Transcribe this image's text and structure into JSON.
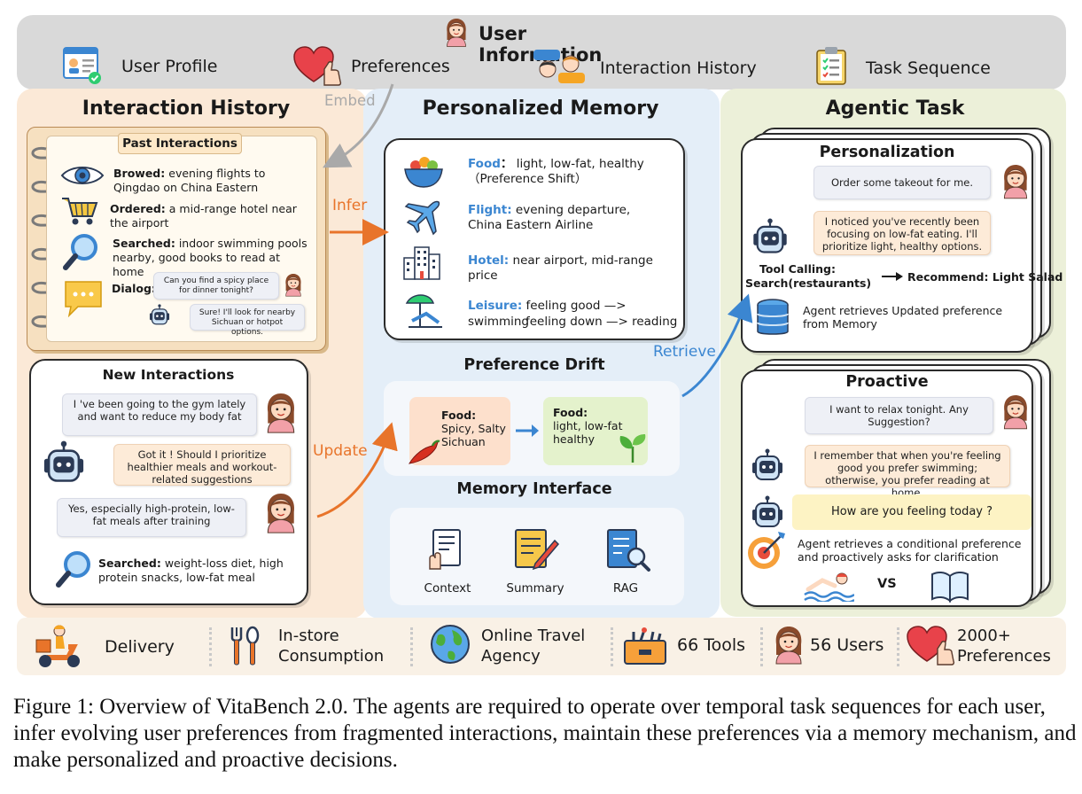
{
  "header": {
    "title": "User Information",
    "items": [
      "User Profile",
      "Preferences",
      "Interaction History",
      "Task Sequence"
    ]
  },
  "arrows": {
    "embed": "Embed",
    "infer": "Infer",
    "update": "Update",
    "retrieve": "Retrieve"
  },
  "interaction_history": {
    "title": "Interaction History",
    "past": {
      "title": "Past Interactions",
      "browsed_label": "Browed:",
      "browsed_text": "evening flights to Qingdao on China Eastern",
      "ordered_label": "Ordered:",
      "ordered_text": "a mid-range hotel near the airport",
      "searched_label": "Searched:",
      "searched_text": "indoor swimming pools nearby, good books to read at home",
      "dialog_label": "Dialog:",
      "dialog_user": "Can you find a spicy place for dinner tonight?",
      "dialog_bot": "Sure! I'll look for nearby Sichuan or hotpot options."
    },
    "new": {
      "title": "New Interactions",
      "msg1": "I 've been going to the gym lately and want to reduce my body fat",
      "msg2": "Got it ! Should I prioritize healthier meals and workout-related suggestions",
      "msg3": "Yes, especially high-protein, low-fat meals after training",
      "searched_label": "Searched:",
      "searched_text": "weight-loss diet, high protein snacks, low-fat meal"
    }
  },
  "memory": {
    "title": "Personalized Memory",
    "food_label": "Food",
    "food_text": "light,  low-fat, healthy （Preference Shift）",
    "flight_label": "Flight:",
    "flight_text": "evening departure, China Eastern Airline",
    "hotel_label": "Hotel:",
    "hotel_text": "near airport, mid-range price",
    "leisure_label": "Leisure:",
    "leisure_line1": "feeling good —> swimming",
    "leisure_line2": "feeling down —> reading",
    "drift_title": "Preference Drift",
    "drift_old_label": "Food:",
    "drift_old_text": "Spicy, Salty Sichuan",
    "drift_new_label": "Food:",
    "drift_new_text": "light, low-fat healthy",
    "interface_title": "Memory Interface",
    "interface_items": [
      "Context",
      "Summary",
      "RAG"
    ]
  },
  "agentic": {
    "title": "Agentic Task",
    "personalization": {
      "title": "Personalization",
      "user_msg": "Order some takeout for me.",
      "bot_msg": "I noticed you've recently been focusing on low-fat eating. I'll prioritize light, healthy options.",
      "tool_label": "Tool Calling:",
      "tool_call": "Search(restaurants)",
      "recommend": "Recommend: Light Salad",
      "retrieve_note": "Agent retrieves Updated preference from Memory"
    },
    "proactive": {
      "title": "Proactive",
      "user_msg": "I want to relax tonight. Any Suggestion?",
      "bot_msg": "I remember that when you're feeling good you prefer swimming; otherwise, you prefer reading at home.",
      "bot_ask": "How are you feeling today ?",
      "note": "Agent retrieves a conditional preference and proactively asks for clarification",
      "vs": "VS"
    }
  },
  "footer": {
    "items": [
      "Delivery",
      "In-store Consumption",
      "Online Travel Agency",
      "66 Tools",
      "56 Users",
      "2000+ Preferences"
    ]
  },
  "caption": "Figure 1: Overview of VitaBench 2.0. The agents are required to operate over temporal task sequences for each user, infer evolving user preferences from fragmented interactions, maintain these preferences via a memory mechanism, and make personalized and proactive decisions.",
  "colors": {
    "header_bg": "#d9d9d9",
    "left_panel": "#fbe9d7",
    "middle_panel": "#e4eef8",
    "right_panel": "#ecf0d9",
    "orange_arrow": "#e8742a",
    "blue_arrow": "#3b86d1"
  }
}
